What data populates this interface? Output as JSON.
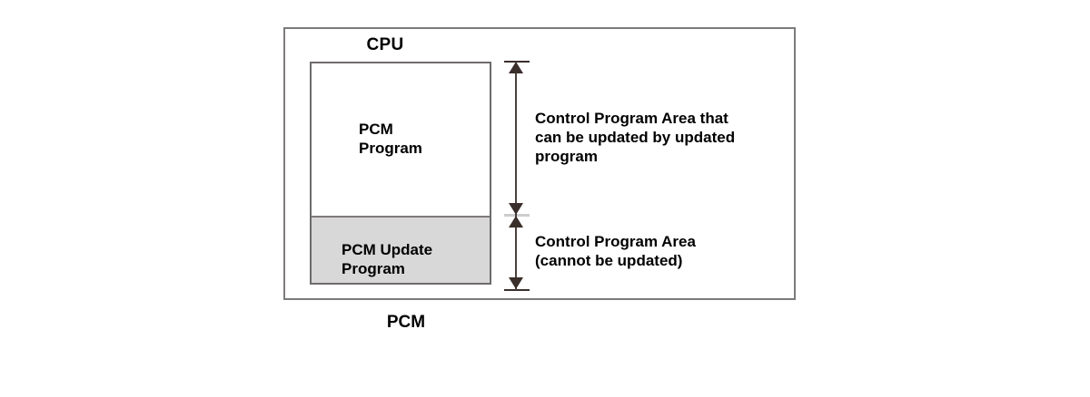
{
  "diagram": {
    "title_label": "CPU",
    "bottom_caption": "PCM",
    "memory": {
      "upper_region_label": "PCM\nProgram",
      "lower_region_label": "PCM Update\nProgram",
      "lower_region_fill": "#d8d8d8",
      "upper_region_fill": "#ffffff"
    },
    "annotations": {
      "upper": "Control Program Area that\ncan be updated by updated\nprogram",
      "lower": "Control Program Area\n(cannot be updated)"
    },
    "colors": {
      "outer_border": "#7d7a7d",
      "inner_border": "#6e6b6e",
      "arrow": "#3a2f2b",
      "background": "#ffffff",
      "text": "#000000"
    }
  }
}
